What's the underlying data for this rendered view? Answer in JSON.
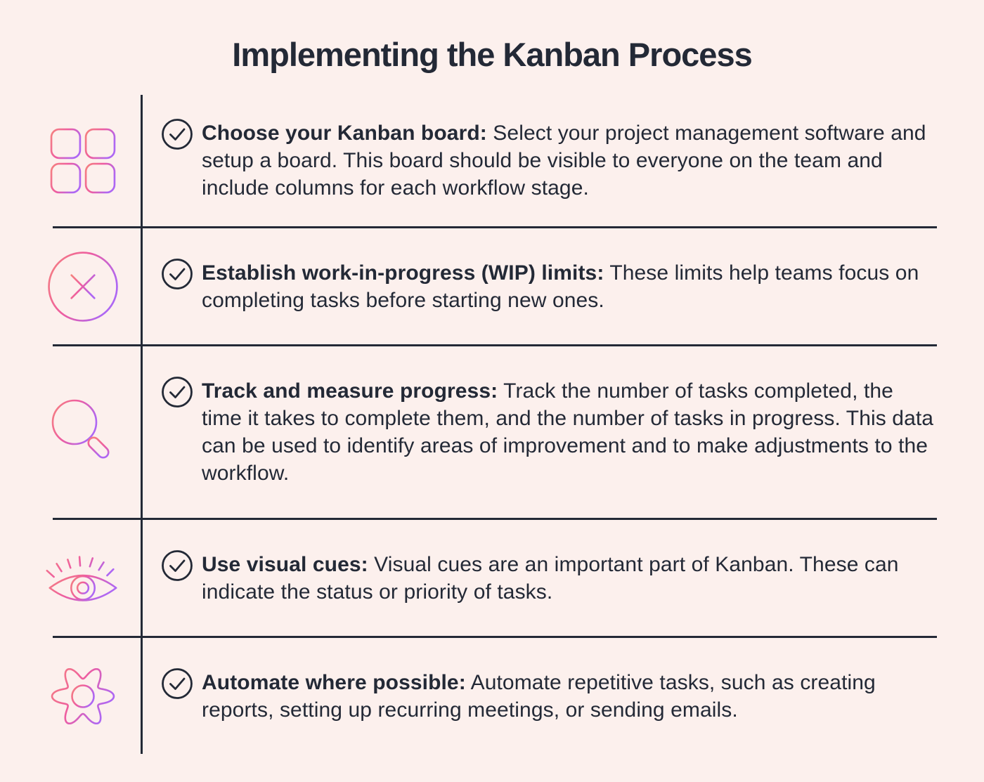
{
  "page": {
    "title": "Implementing the Kanban Process",
    "colors": {
      "background": "#FCF0ED",
      "ink": "#232936",
      "icon_gradient": [
        "#F5837E",
        "#EE5DA0",
        "#AE67F3"
      ]
    }
  },
  "rows": [
    {
      "icon": "grid-icon",
      "title": "Choose your Kanban board:",
      "description": "Select your project management software and setup a board. This board should be visible to everyone on the team and include columns for each workflow stage."
    },
    {
      "icon": "circle-x-icon",
      "title": "Establish work-in-progress (WIP) limits:",
      "description": "These limits help teams focus on completing tasks before starting new ones."
    },
    {
      "icon": "magnifier-icon",
      "title": "Track and measure progress:",
      "description": "Track the number of tasks completed, the time it takes to complete them, and the number of tasks in progress. This data can be used to identify areas of improvement and to make adjustments to the workflow."
    },
    {
      "icon": "eye-icon",
      "title": "Use visual cues:",
      "description": "Visual cues are an important part of Kanban. These can indicate the status or priority of tasks."
    },
    {
      "icon": "gear-icon",
      "title": "Automate where possible:",
      "description": "Automate repetitive tasks, such as creating reports, setting up recurring meetings, or sending emails."
    }
  ]
}
